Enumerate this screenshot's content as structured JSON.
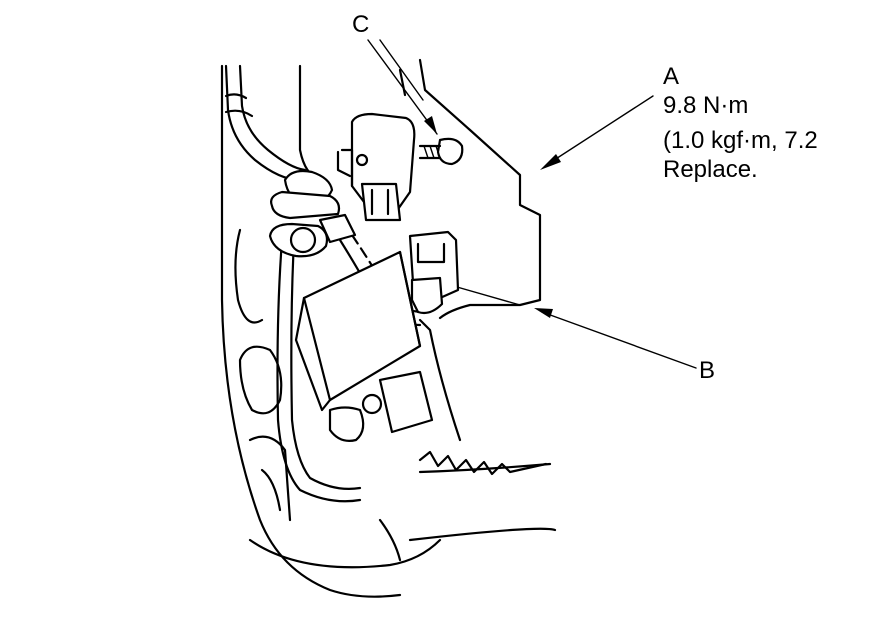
{
  "callouts": {
    "c": "C",
    "a": "A",
    "a_torque": "9.8 N·m",
    "a_torque_alt": "(1.0 kgf·m, 7.2",
    "a_note": "Replace.",
    "b": "B"
  },
  "colors": {
    "line": "#000000",
    "background": "#ffffff"
  }
}
